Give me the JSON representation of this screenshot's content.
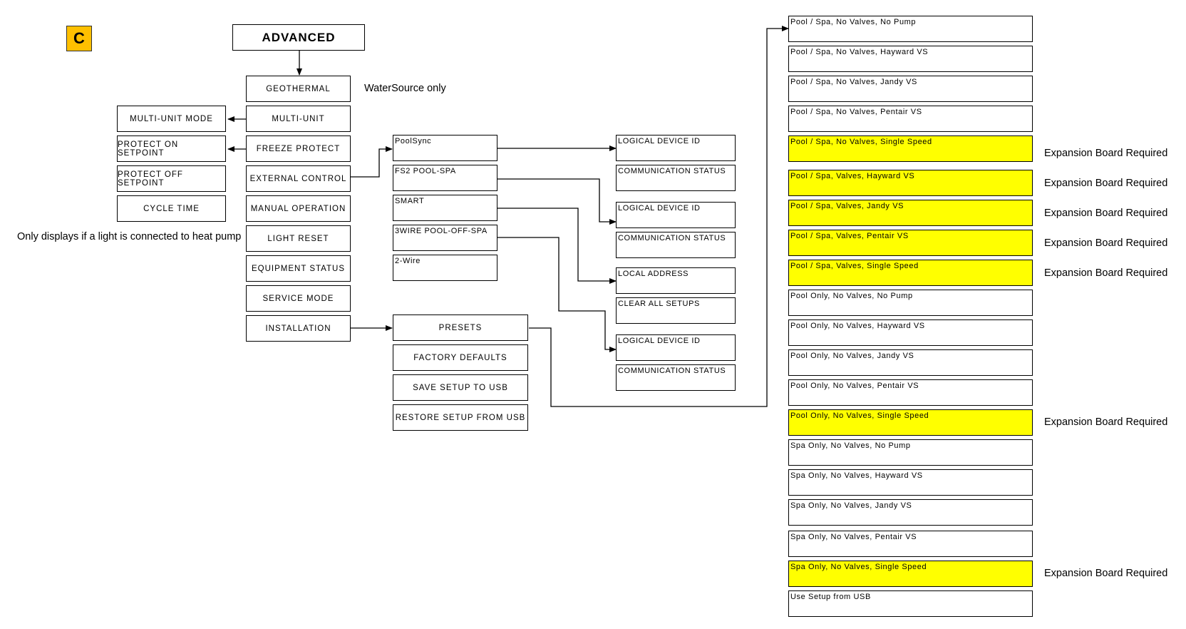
{
  "badge": "C",
  "advanced": "ADVANCED",
  "advanced_items": [
    "GEOTHERMAL",
    "MULTI-UNIT",
    "FREEZE PROTECT",
    "EXTERNAL CONTROL",
    "MANUAL OPERATION",
    "LIGHT RESET",
    "EQUIPMENT STATUS",
    "SERVICE MODE",
    "INSTALLATION"
  ],
  "left_items": [
    "MULTI-UNIT MODE",
    "PROTECT ON SETPOINT",
    "PROTECT OFF SETPOINT",
    "CYCLE TIME"
  ],
  "notes": {
    "geothermal": "WaterSource only",
    "light_reset": "Only displays if a light is connected to heat pump",
    "expansion": "Expansion Board Required"
  },
  "external_options": [
    "PoolSync",
    "FS2 POOL-SPA",
    "SMART",
    "3WIRE POOL-OFF-SPA",
    "2-Wire"
  ],
  "installation_items": [
    "PRESETS",
    "FACTORY DEFAULTS",
    "SAVE SETUP TO USB",
    "RESTORE SETUP FROM USB"
  ],
  "sub_items": [
    "LOGICAL DEVICE ID",
    "COMMUNICATION STATUS",
    "LOGICAL DEVICE ID",
    "COMMUNICATION STATUS",
    "LOCAL ADDRESS",
    "CLEAR ALL SETUPS",
    "LOGICAL DEVICE ID",
    "COMMUNICATION STATUS"
  ],
  "presets": [
    {
      "label": "Pool / Spa, No Valves, No Pump",
      "highlight": false
    },
    {
      "label": "Pool / Spa, No Valves, Hayward VS",
      "highlight": false
    },
    {
      "label": "Pool / Spa, No Valves, Jandy VS",
      "highlight": false
    },
    {
      "label": "Pool / Spa, No Valves, Pentair VS",
      "highlight": false
    },
    {
      "label": "Pool / Spa, No Valves, Single Speed",
      "highlight": true
    },
    {
      "label": "Pool / Spa, Valves, Hayward VS",
      "highlight": true
    },
    {
      "label": "Pool / Spa, Valves, Jandy VS",
      "highlight": true
    },
    {
      "label": "Pool / Spa, Valves, Pentair VS",
      "highlight": true
    },
    {
      "label": "Pool / Spa, Valves, Single Speed",
      "highlight": true
    },
    {
      "label": "Pool Only, No Valves, No Pump",
      "highlight": false
    },
    {
      "label": "Pool Only, No Valves, Hayward VS",
      "highlight": false
    },
    {
      "label": "Pool Only, No Valves, Jandy VS",
      "highlight": false
    },
    {
      "label": "Pool Only, No Valves, Pentair VS",
      "highlight": false
    },
    {
      "label": "Pool Only, No Valves, Single Speed",
      "highlight": true
    },
    {
      "label": "Spa Only, No Valves, No Pump",
      "highlight": false
    },
    {
      "label": "Spa Only, No Valves, Hayward VS",
      "highlight": false
    },
    {
      "label": "Spa Only, No Valves, Jandy VS",
      "highlight": false
    },
    {
      "label": "Spa Only, No Valves, Pentair VS",
      "highlight": false
    },
    {
      "label": "Spa Only, No Valves, Single Speed",
      "highlight": true
    },
    {
      "label": "Use Setup from USB",
      "highlight": false
    }
  ],
  "colors": {
    "highlight": "#ffff00",
    "badge": "#ffc000"
  }
}
